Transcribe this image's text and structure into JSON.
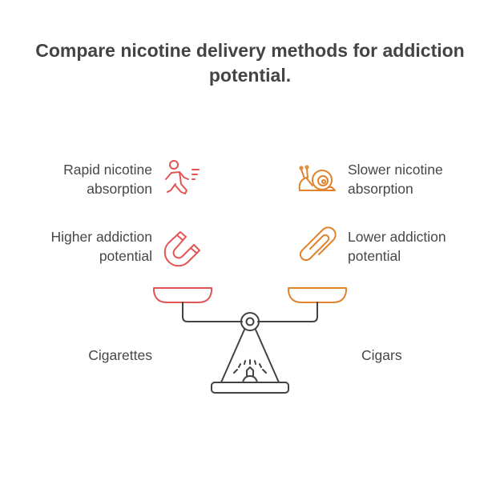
{
  "title": "Compare nicotine delivery methods for addiction potential.",
  "colors": {
    "left": "#e35454",
    "right": "#e0832a",
    "scale": "#424242"
  },
  "left": {
    "name": "Cigarettes",
    "items": [
      {
        "text": "Rapid nicotine absorption",
        "icon": "running-person-icon"
      },
      {
        "text": "Higher addiction potential",
        "icon": "magnet-icon"
      }
    ]
  },
  "right": {
    "name": "Cigars",
    "items": [
      {
        "text": "Slower nicotine absorption",
        "icon": "snail-icon"
      },
      {
        "text": "Lower addiction potential",
        "icon": "paperclip-icon"
      }
    ]
  }
}
